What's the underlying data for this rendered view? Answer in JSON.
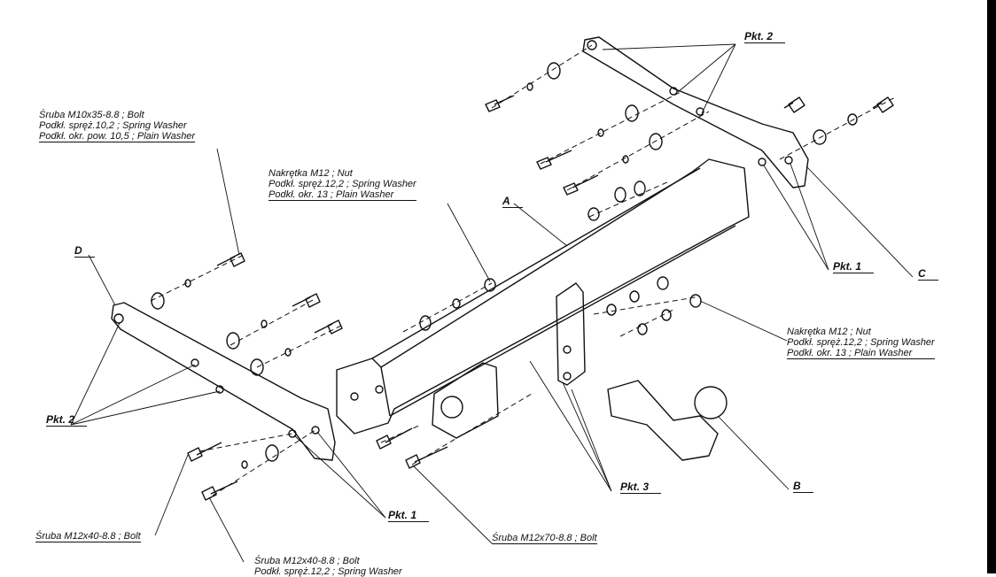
{
  "callouts": {
    "bolt_m10": [
      "Śruba M10x35-8.8 ;  Bolt",
      "Podkł. spręż.10,2 ; Spring Washer",
      "Podkł. okr. pow. 10,5 ; Plain Washer"
    ],
    "nut_top": [
      "Nakrętka  M12 ; Nut",
      "Podkł. spręż.12,2 ; Spring Washer",
      "Podkł. okr. 13 ; Plain Washer"
    ],
    "nut_right": [
      "Nakrętka  M12 ; Nut",
      "Podkł. spręż.12,2 ; Spring Washer",
      "Podkł. okr. 13 ; Plain Washer"
    ],
    "bolt_m12_left": "Śruba M12x40-8.8 ;  Bolt",
    "bolt_m12_bottom": [
      "Śruba M12x40-8.8 ;  Bolt",
      "Podkł. spręż.12,2 ; Spring Washer"
    ],
    "bolt_m12x70": "Śruba M12x70-8.8 ;  Bolt"
  },
  "points": {
    "pkt1_right": "Pkt. 1",
    "pkt1_bottom": "Pkt. 1",
    "pkt2_top": "Pkt. 2",
    "pkt2_left": "Pkt. 2",
    "pkt3": "Pkt. 3"
  },
  "letters": {
    "a": "A",
    "b": "B",
    "c": "C",
    "d": "D"
  }
}
